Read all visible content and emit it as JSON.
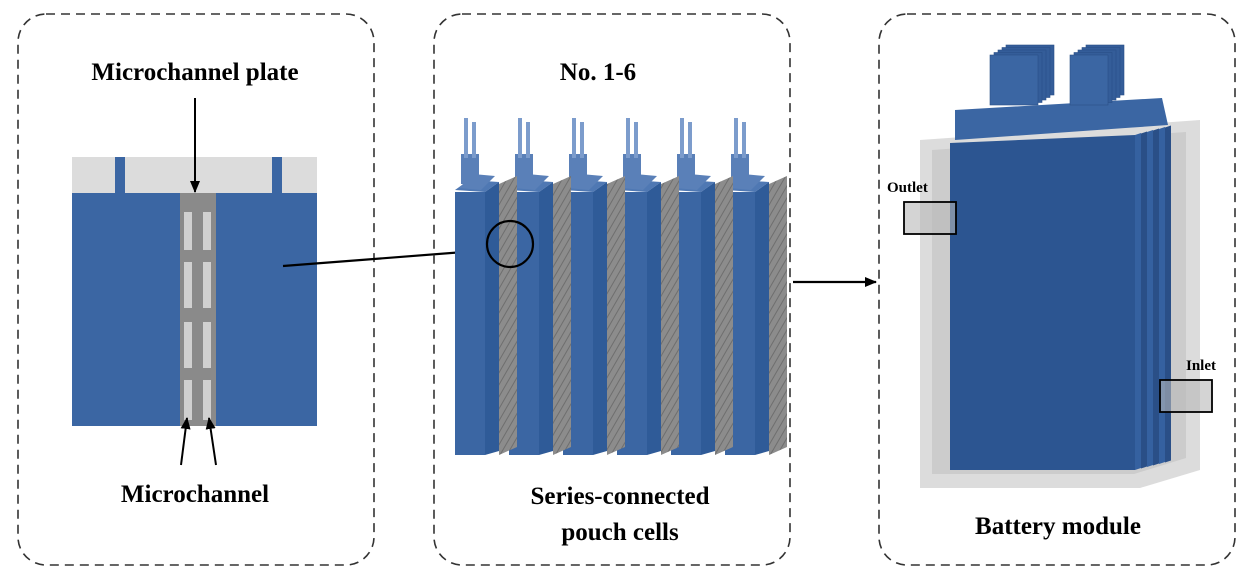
{
  "panels": {
    "plate": {
      "title": "Microchannel plate",
      "bottom_label": "Microchannel"
    },
    "cells": {
      "title": "No. 1-6",
      "caption_line1": "Series-connected",
      "caption_line2": "pouch cells"
    },
    "module": {
      "caption": "Battery module",
      "outlet_label": "Outlet",
      "inlet_label": "Inlet"
    }
  },
  "colors": {
    "cell_blue": "#3b66a3",
    "cell_dark": "#2c5591",
    "plate_gray": "#8a8a8a",
    "channel_light": "#cfcfcf",
    "case_gray": "#d0d0d0",
    "border": "#333333"
  }
}
